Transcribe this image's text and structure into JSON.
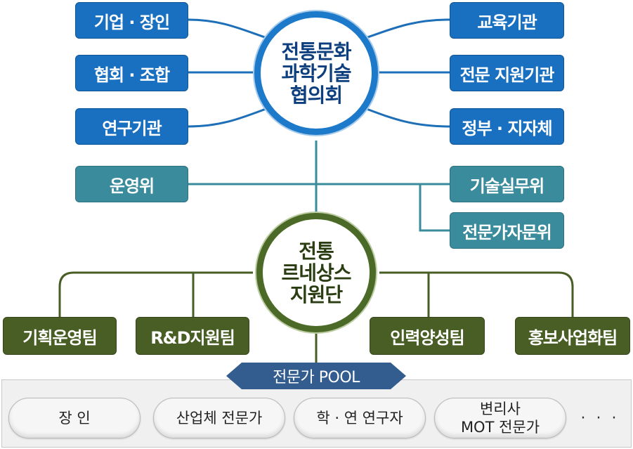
{
  "council": {
    "center": "전통문화\n과학기술\n협의회",
    "left": [
      "기업 · 장인",
      "협회 · 조합",
      "연구기관"
    ],
    "right": [
      "교육기관",
      "전문 지원기관",
      "정부 · 지자체"
    ]
  },
  "committees": {
    "left": "운영위",
    "right": [
      "기술실무위",
      "전문가자문위"
    ]
  },
  "support": {
    "center": "전통\n르네상스\n지원단",
    "teams": [
      "기획운영팀",
      "R&D지원팀",
      "인력양성팀",
      "홍보사업화팀"
    ]
  },
  "pool": {
    "label": "전문가 POOL",
    "items": [
      "장 인",
      "산업체 전문가",
      "학 · 연 연구자",
      "변리사\nMOT 전문가"
    ],
    "ellipsis": "· · ·"
  },
  "colors": {
    "blue": "#1a70c0",
    "teal": "#3a8b9b",
    "olive": "#495e24",
    "pool": "#335c8f"
  }
}
